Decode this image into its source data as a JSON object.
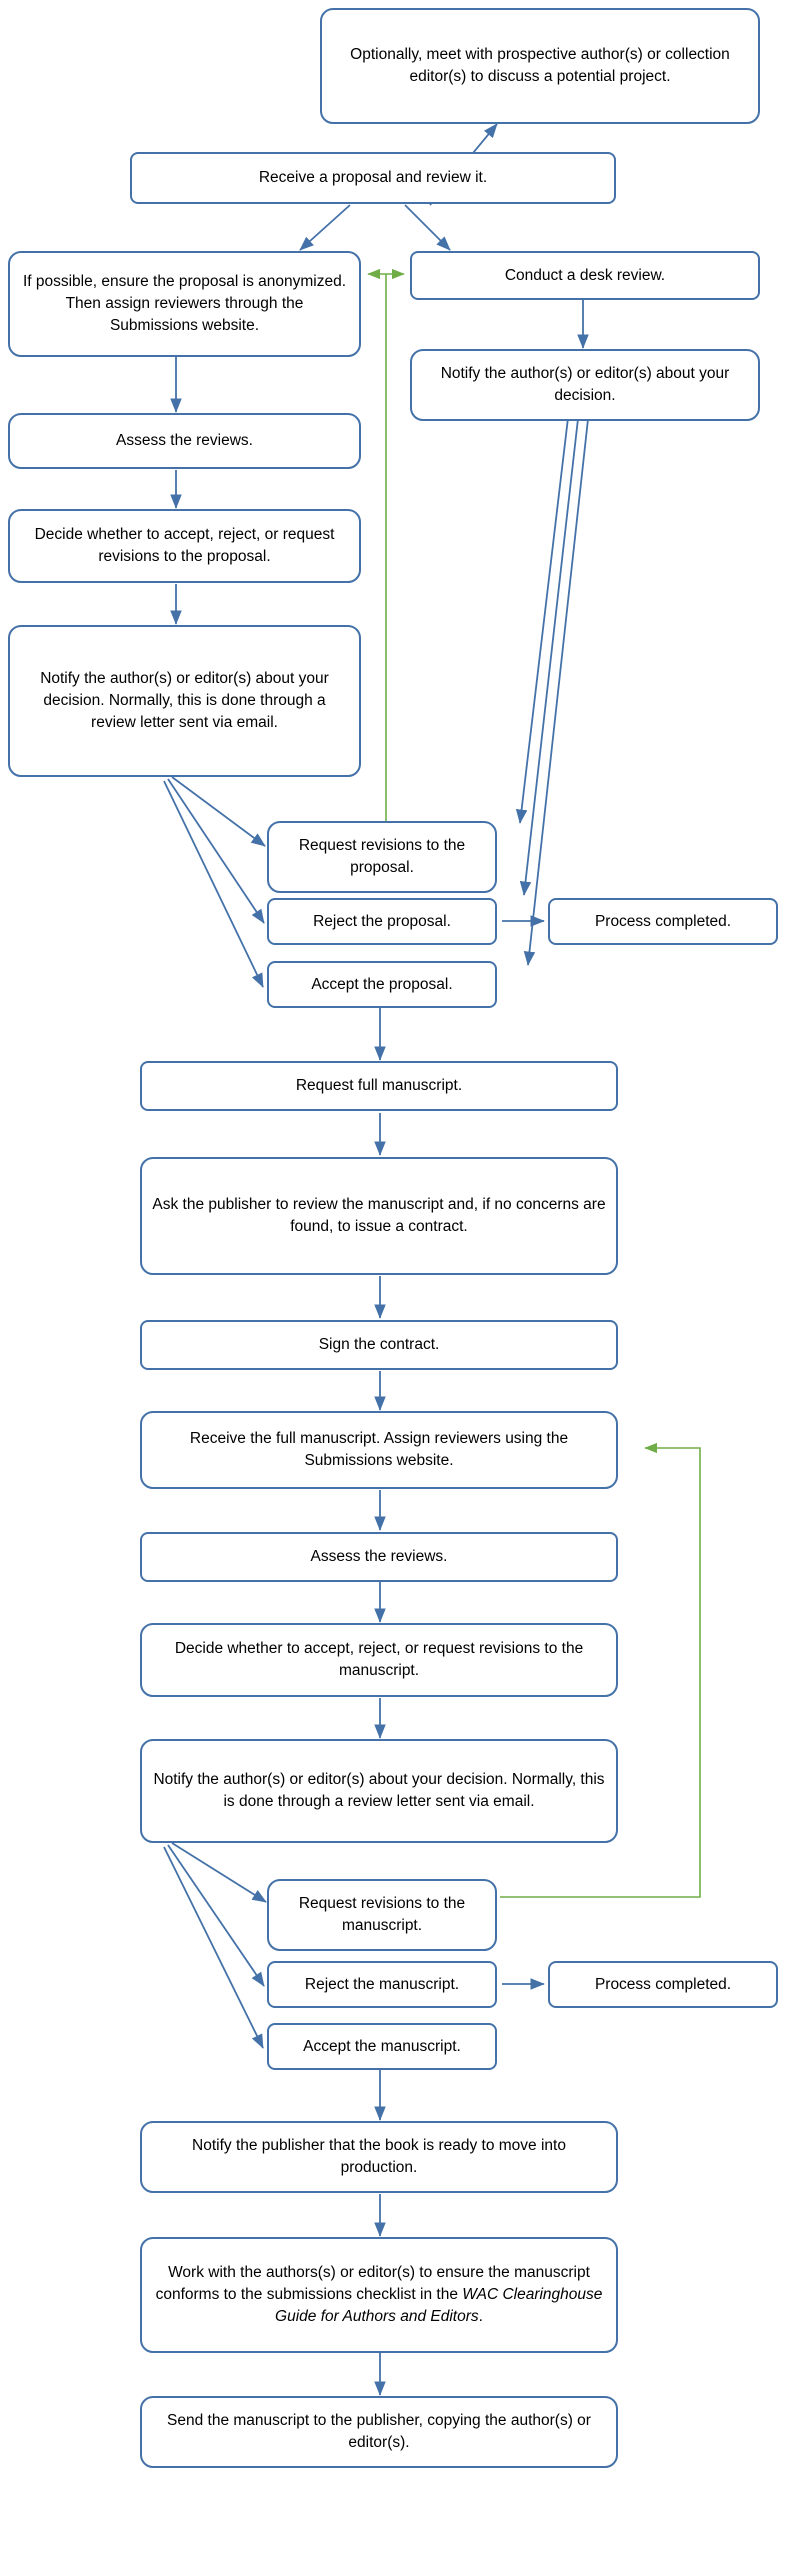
{
  "diagram": {
    "title": "WAC Clearinghouse book proposal and manuscript review process flowchart",
    "type": "flowchart",
    "colors": {
      "node_border": "#4472a8",
      "node_fill": "#ffffff",
      "text": "#000000",
      "arrow_blue": "#4472a8",
      "arrow_green": "#70ad47"
    },
    "nodes": [
      {
        "id": "meet",
        "label": "Optionally, meet with prospective author(s) or collection editor(s) to discuss a potential project."
      },
      {
        "id": "receive-proposal",
        "label": "Receive a proposal and review it."
      },
      {
        "id": "anonymize",
        "label": "If possible, ensure the proposal is anonymized. Then assign reviewers through the Submissions website."
      },
      {
        "id": "desk-review",
        "label": "Conduct a desk review."
      },
      {
        "id": "notify-desk",
        "label": "Notify the author(s) or editor(s) about your decision."
      },
      {
        "id": "assess-reviews-1",
        "label": "Assess the reviews."
      },
      {
        "id": "decide-proposal",
        "label": "Decide whether to accept, reject, or request revisions to the proposal."
      },
      {
        "id": "notify-proposal",
        "label": "Notify the author(s) or editor(s) about your decision.  Normally, this is done through a review letter sent via email."
      },
      {
        "id": "request-rev-proposal",
        "label": "Request revisions to the proposal."
      },
      {
        "id": "reject-proposal",
        "label": "Reject the proposal."
      },
      {
        "id": "accept-proposal",
        "label": "Accept the proposal."
      },
      {
        "id": "process-completed-1",
        "label": "Process completed."
      },
      {
        "id": "request-full-ms",
        "label": "Request full manuscript."
      },
      {
        "id": "ask-publisher",
        "label": "Ask the publisher to review the manuscript and, if no concerns are found, to issue a contract."
      },
      {
        "id": "sign-contract",
        "label": "Sign the contract."
      },
      {
        "id": "receive-full-ms",
        "label": "Receive the full manuscript. Assign reviewers using the Submissions website."
      },
      {
        "id": "assess-reviews-2",
        "label": "Assess the reviews."
      },
      {
        "id": "decide-manuscript",
        "label": "Decide whether to accept, reject, or request revisions to the manuscript."
      },
      {
        "id": "notify-manuscript",
        "label": "Notify the author(s) or editor(s) about your decision. Normally, this is done through a review letter sent via email."
      },
      {
        "id": "request-rev-ms",
        "label": "Request revisions to the manuscript."
      },
      {
        "id": "reject-ms",
        "label": "Reject the manuscript."
      },
      {
        "id": "accept-ms",
        "label": "Accept the manuscript."
      },
      {
        "id": "process-completed-2",
        "label": "Process completed."
      },
      {
        "id": "notify-production",
        "label": "Notify the publisher that the book is ready to move into production."
      },
      {
        "id": "work-checklist",
        "label_before": "Work with the authors(s) or editor(s) to ensure the manuscript conforms to the submissions checklist in the ",
        "label_italic": "WAC Clearinghouse Guide for Authors and Editors",
        "label_after": "."
      },
      {
        "id": "send-manuscript",
        "label": "Send the manuscript to the publisher, copying the author(s) or editor(s)."
      }
    ]
  }
}
